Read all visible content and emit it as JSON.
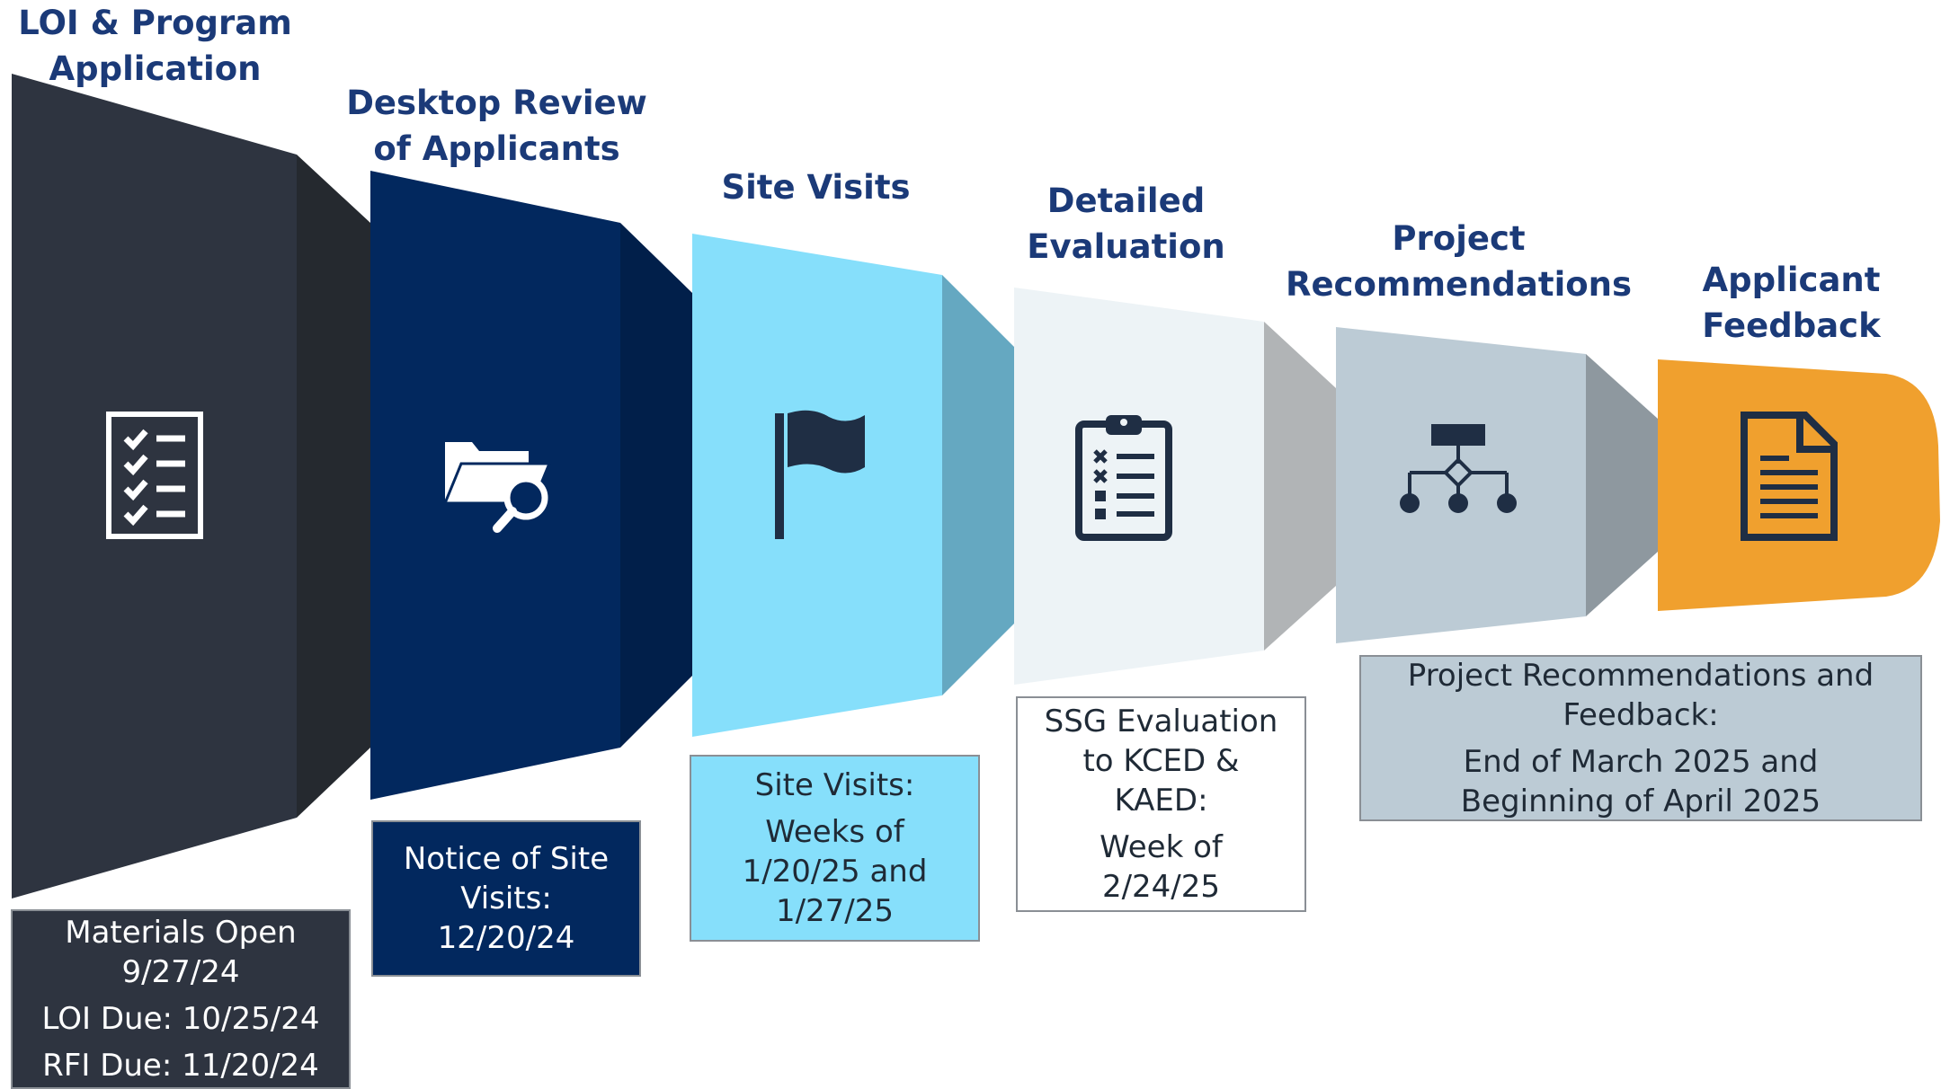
{
  "stages": [
    {
      "title_line1": "LOI & Program",
      "title_line2": "Application",
      "icon": "checklist-icon",
      "face": "#2e3440",
      "side": "#25292f"
    },
    {
      "title_line1": "Desktop Review",
      "title_line2": "of Applicants",
      "icon": "folder-search-icon",
      "face": "#02285e",
      "side": "#011f4a"
    },
    {
      "title_line1": "Site Visits",
      "title_line2": "",
      "icon": "flag-icon",
      "face": "#86dffb",
      "side": "#65a8c1"
    },
    {
      "title_line1": "Detailed",
      "title_line2": "Evaluation",
      "icon": "clipboard-icon",
      "face": "#edf3f6",
      "side": "#b1b4b6"
    },
    {
      "title_line1": "Project",
      "title_line2": "Recommendations",
      "icon": "hierarchy-icon",
      "face": "#bccbd5",
      "side": "#8e989f"
    },
    {
      "title_line1": "Applicant",
      "title_line2": "Feedback",
      "icon": "document-icon",
      "face": "#f0a02e",
      "side": "#f0a02e"
    }
  ],
  "boxes": [
    {
      "lines": [
        "Materials Open",
        "9/27/24",
        "LOI Due: 10/25/24",
        "RFI Due: 11/20/24"
      ],
      "bg": "#2e3440",
      "color": "#ffffff"
    },
    {
      "lines": [
        "Notice of Site",
        "Visits:",
        "12/20/24"
      ],
      "bg": "#02285e",
      "color": "#ffffff"
    },
    {
      "lines": [
        "Site Visits:",
        "Weeks of",
        "1/20/25 and",
        "1/27/25"
      ],
      "bg": "#86dffb",
      "color": "#1f2a36"
    },
    {
      "lines": [
        "SSG Evaluation",
        "to KCED &",
        "KAED:",
        "Week of",
        "2/24/25"
      ],
      "bg": "#ffffff",
      "color": "#1f2a36"
    },
    {
      "lines": [
        "Project Recommendations and",
        "Feedback:",
        "End of March 2025 and",
        "Beginning of April 2025"
      ],
      "bg": "#bccbd5",
      "color": "#1f2a36"
    }
  ],
  "colors": {
    "title": "#1b3a78",
    "icon_dark": "#1f2e44",
    "icon_light": "#ffffff"
  }
}
